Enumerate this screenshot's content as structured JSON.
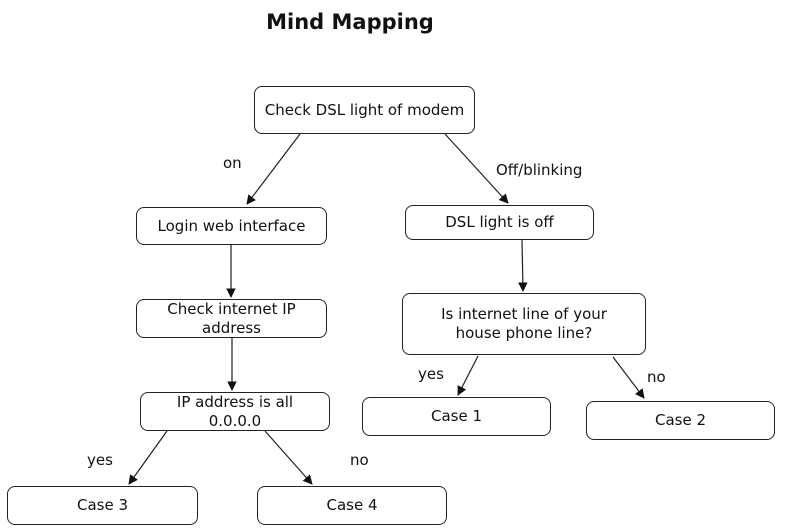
{
  "title": "Mind Mapping",
  "nodes": {
    "root": "Check DSL light of modem",
    "login": "Login web interface",
    "dsl_off": "DSL light is off",
    "check_ip": "Check internet IP address",
    "ip_zero": "IP address is all 0.0.0.0",
    "phone_line": "Is internet line of your house phone line?",
    "case1": "Case 1",
    "case2": "Case 2",
    "case3": "Case 3",
    "case4": "Case 4"
  },
  "edge_labels": {
    "on": "on",
    "off_blinking": "Off/blinking",
    "yes_phone": "yes",
    "no_phone": "no",
    "yes_ip": "yes",
    "no_ip": "no"
  },
  "edges": [
    {
      "from": "root",
      "to": "login",
      "label": "on"
    },
    {
      "from": "root",
      "to": "dsl_off",
      "label": "off_blinking"
    },
    {
      "from": "login",
      "to": "check_ip"
    },
    {
      "from": "check_ip",
      "to": "ip_zero"
    },
    {
      "from": "ip_zero",
      "to": "case3",
      "label": "yes_ip"
    },
    {
      "from": "ip_zero",
      "to": "case4",
      "label": "no_ip"
    },
    {
      "from": "dsl_off",
      "to": "phone_line"
    },
    {
      "from": "phone_line",
      "to": "case1",
      "label": "yes_phone"
    },
    {
      "from": "phone_line",
      "to": "case2",
      "label": "no_phone"
    }
  ]
}
